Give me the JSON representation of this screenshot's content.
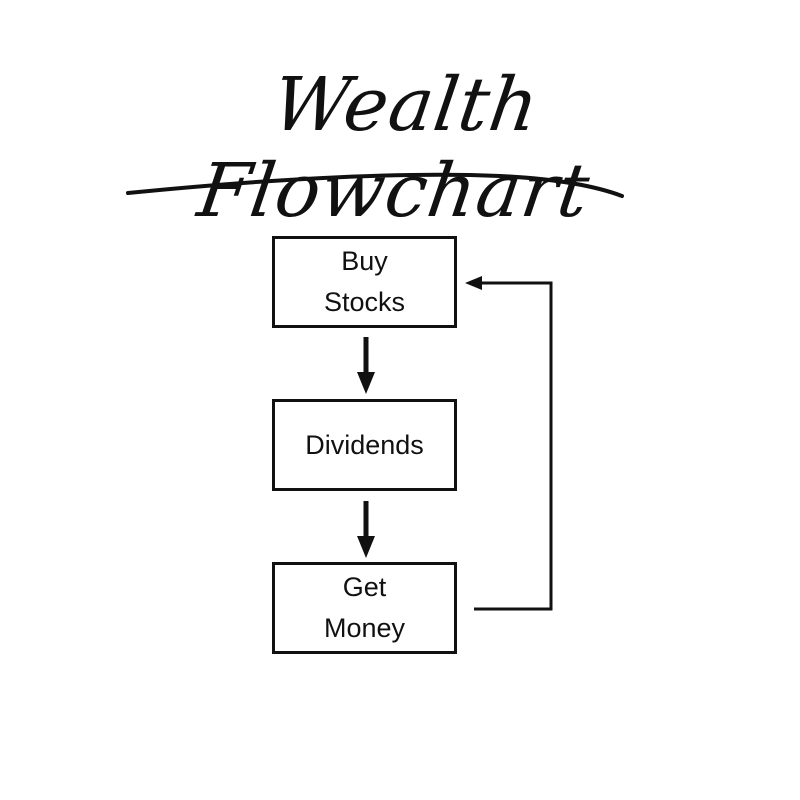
{
  "title": "Wealth Flowchart",
  "nodes": [
    {
      "id": "buy-stocks",
      "lines": [
        "Buy",
        "Stocks"
      ]
    },
    {
      "id": "dividends",
      "lines": [
        "Dividends"
      ]
    },
    {
      "id": "get-money",
      "lines": [
        "Get",
        "Money"
      ]
    }
  ],
  "edges": [
    {
      "from": "buy-stocks",
      "to": "dividends"
    },
    {
      "from": "dividends",
      "to": "get-money"
    },
    {
      "from": "get-money",
      "to": "buy-stocks",
      "type": "loop-back"
    }
  ],
  "colors": {
    "stroke": "#111111",
    "background": "#ffffff"
  }
}
